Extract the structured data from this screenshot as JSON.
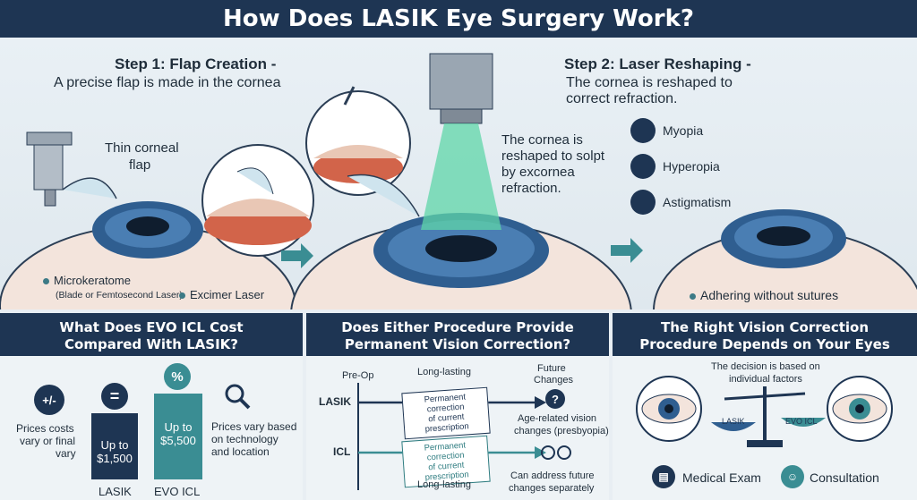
{
  "title": "How Does LASIK Eye Surgery Work?",
  "step1": {
    "heading": "Step 1: Flap Creation -",
    "desc": "A precise flap is made in the cornea",
    "flap_label_1": "Thin corneal",
    "flap_label_2": "flap",
    "tool_label": "Microkeratome",
    "tool_sub": "(Blade or Femtosecond Laser)",
    "laser_label": "Excimer Laser"
  },
  "step2": {
    "heading": "Step 2: Laser Reshaping -",
    "desc_1": "The cornea is reshaped to",
    "desc_2": "correct refraction.",
    "beam_1": "The cornea is",
    "beam_2": "reshaped to solpt",
    "beam_3": "by excornea",
    "beam_4": "refraction.",
    "conditions": [
      "Myopia",
      "Hyperopia",
      "Astigmatism"
    ],
    "result": "Adhering without sutures"
  },
  "panel1": {
    "heading_1": "What Does EVO ICL Cost",
    "heading_2": "Compared With LASIK?",
    "left_1": "Prices costs",
    "left_2": "vary or final",
    "left_3": "vary",
    "plusminus": "+/-",
    "equals": "=",
    "percent": "%",
    "bar_lasik_1": "Up to",
    "bar_lasik_2": "$1,500",
    "bar_icl_1": "Up to",
    "bar_icl_2": "$5,500",
    "lasik": "LASIK",
    "icl": "EVO ICL",
    "right_1": "Prices vary based",
    "right_2": "on technology",
    "right_3": "and location"
  },
  "panel2": {
    "heading_1": "Does Either Procedure Provide",
    "heading_2": "Permanent Vision Correction?",
    "preop": "Pre-Op",
    "lasting_top": "Long-lasting",
    "future_1": "Future",
    "future_2": "Changes",
    "lasik": "LASIK",
    "icl": "ICL",
    "box_1": "Permanent correction",
    "box_2": "of current prescription",
    "age_1": "Age-related vision",
    "age_2": "changes (presbyopia)",
    "lasting_bottom": "Long-lasting",
    "addr_1": "Can address future",
    "addr_2": "changes separately"
  },
  "panel3": {
    "heading_1": "The Right Vision Correction",
    "heading_2": "Procedure Depends on Your Eyes",
    "decision_1": "The decision is based on",
    "decision_2": "individual factors",
    "scale_left": "LASIK",
    "scale_right": "EVO ICL",
    "exam": "Medical Exam",
    "consult": "Consultation"
  },
  "colors": {
    "navy": "#1e3553",
    "teal": "#3a8d93",
    "iris": "#3f6fa0",
    "skin": "#e9c7b5"
  }
}
